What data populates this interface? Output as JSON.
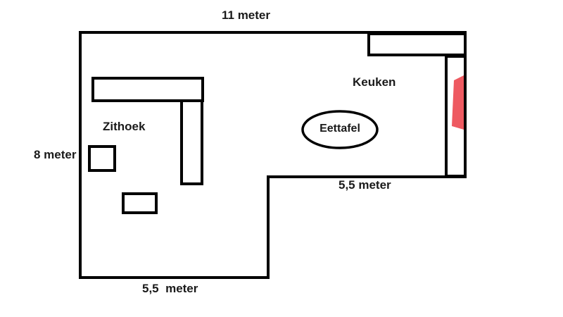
{
  "floorplan": {
    "dimensions": {
      "top": "11 meter",
      "left": "8 meter",
      "right_inner": "5,5 meter",
      "bottom": "5,5  meter"
    },
    "rooms": {
      "kitchen": "Keuken",
      "sitting_area": "Zithoek"
    },
    "furniture": {
      "dining_table": "Eettafel"
    },
    "colors": {
      "wall": "#000000",
      "accent_red": "#ee5a61",
      "background": "#ffffff",
      "text": "#1a1a1a"
    }
  }
}
